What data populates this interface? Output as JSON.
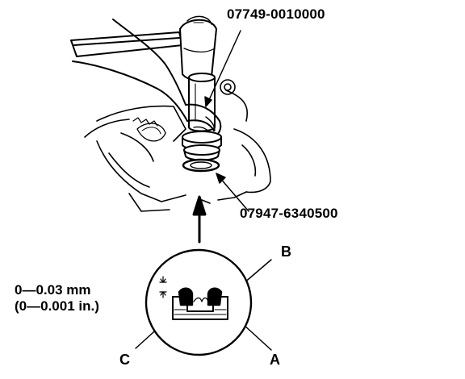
{
  "callouts": {
    "tool_upper": "07749-0010000",
    "tool_lower": "07947-6340500",
    "label_b": "B",
    "label_a": "A",
    "label_c": "C"
  },
  "specification": {
    "metric": "0—0.03 mm",
    "imperial": "(0—0.001 in.)"
  }
}
